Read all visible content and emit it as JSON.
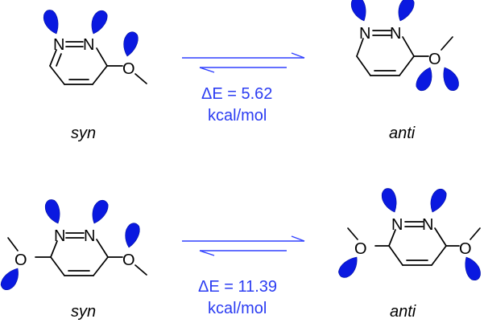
{
  "colors": {
    "lone_pair": "#0a19e0",
    "arrow": "#3040ff",
    "energy_text": "#2b3cf2",
    "bonds": "#000000"
  },
  "atom_symbols": {
    "nitrogen": "N",
    "oxygen": "O"
  },
  "reactions": [
    {
      "left_label": "syn",
      "right_label": "anti",
      "energy_line1": "ΔE = 5.62",
      "energy_line2": "kcal/mol"
    },
    {
      "left_label": "syn",
      "right_label": "anti",
      "energy_line1": "ΔE = 11.39",
      "energy_line2": "kcal/mol"
    }
  ],
  "lone_pair_icon": "lone-pair-lobe"
}
